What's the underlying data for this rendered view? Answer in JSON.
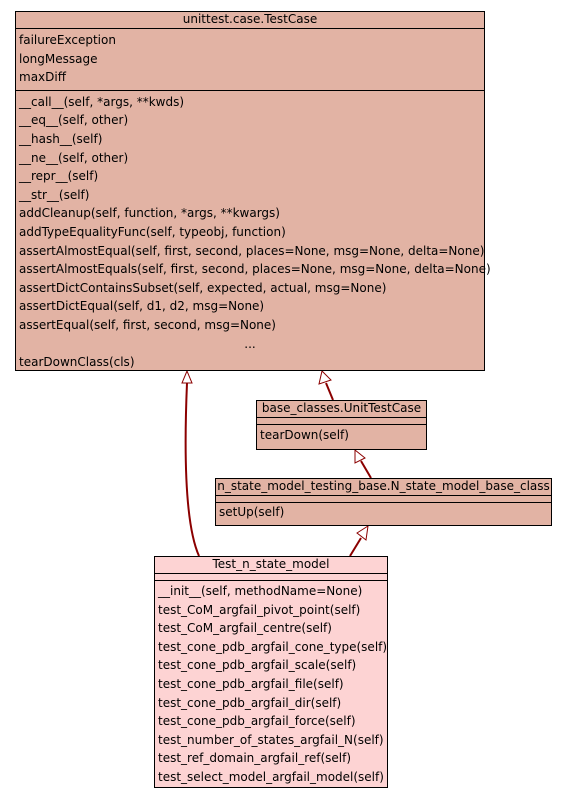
{
  "colors": {
    "base_fill": "#e2b3a4",
    "focus_fill": "#fdd3d3",
    "edge": "#8b0000",
    "border": "#000000"
  },
  "testcase": {
    "name": "unittest.case.TestCase",
    "attributes": [
      "failureException",
      "longMessage",
      "maxDiff"
    ],
    "methods": [
      "__call__(self, *args, **kwds)",
      "__eq__(self, other)",
      "__hash__(self)",
      "__ne__(self, other)",
      "__repr__(self)",
      "__str__(self)",
      "addCleanup(self, function, *args, **kwargs)",
      "addTypeEqualityFunc(self, typeobj, function)",
      "assertAlmostEqual(self, first, second, places=None, msg=None, delta=None)",
      "assertAlmostEquals(self, first, second, places=None, msg=None, delta=None)",
      "assertDictContainsSubset(self, expected, actual, msg=None)",
      "assertDictEqual(self, d1, d2, msg=None)",
      "assertEqual(self, first, second, msg=None)",
      "...",
      "tearDownClass(cls)"
    ]
  },
  "unittestcase": {
    "name": "base_classes.UnitTestCase",
    "methods": [
      "tearDown(self)"
    ]
  },
  "nstatebase": {
    "name": "n_state_model_testing_base.N_state_model_base_class",
    "methods": [
      "setUp(self)"
    ]
  },
  "testnstate": {
    "name": "Test_n_state_model",
    "methods": [
      "__init__(self, methodName=None)",
      "test_CoM_argfail_pivot_point(self)",
      "test_CoM_argfail_centre(self)",
      "test_cone_pdb_argfail_cone_type(self)",
      "test_cone_pdb_argfail_scale(self)",
      "test_cone_pdb_argfail_file(self)",
      "test_cone_pdb_argfail_dir(self)",
      "test_cone_pdb_argfail_force(self)",
      "test_number_of_states_argfail_N(self)",
      "test_ref_domain_argfail_ref(self)",
      "test_select_model_argfail_model(self)"
    ]
  }
}
